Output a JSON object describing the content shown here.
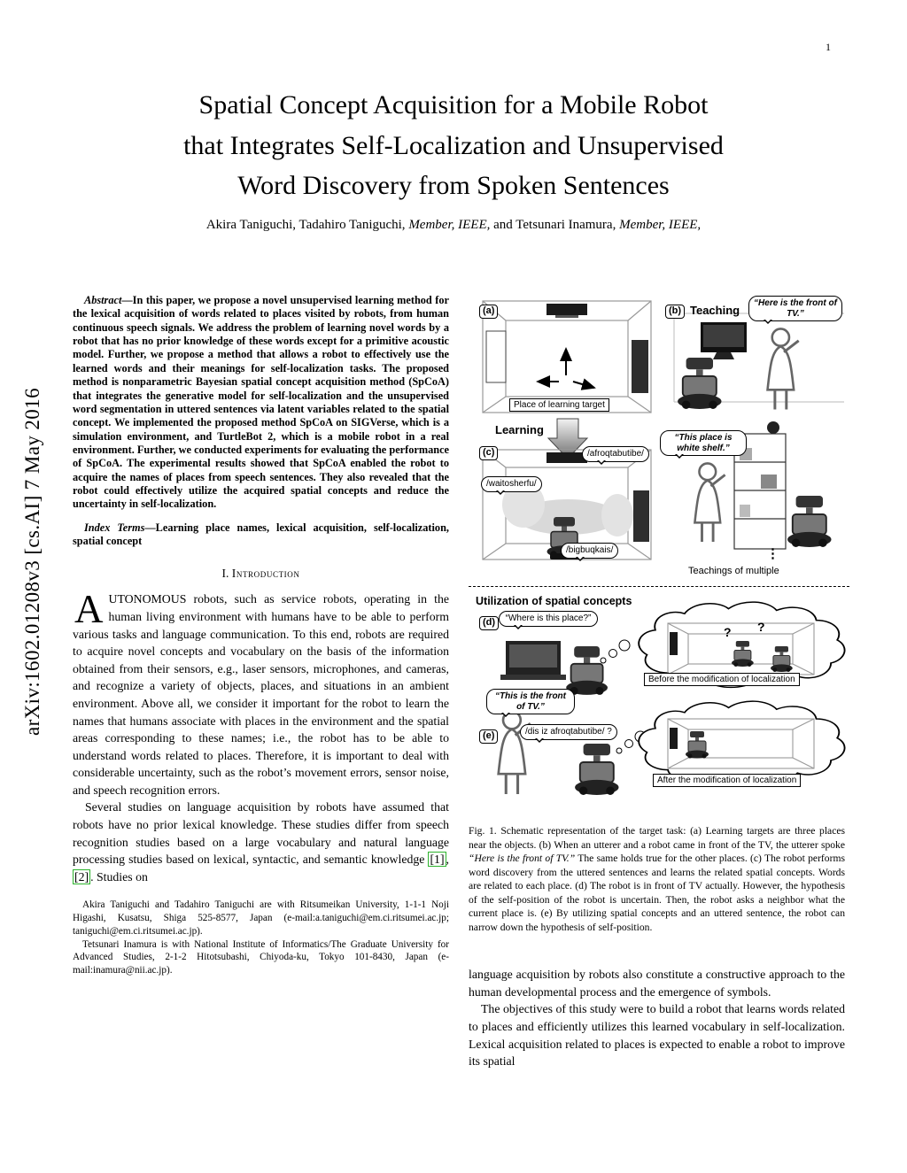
{
  "page": {
    "number": "1",
    "arxiv_sidebar": "arXiv:1602.01208v3  [cs.AI]  7 May 2016"
  },
  "header": {
    "title_line1": "Spatial Concept Acquisition for a Mobile Robot",
    "title_line2": "that Integrates Self-Localization and Unsupervised",
    "title_line3": "Word Discovery from Spoken Sentences",
    "authors_pre": "Akira Taniguchi, Tadahiro Taniguchi, ",
    "authors_member1": "Member, IEEE,",
    "authors_mid": " and Tetsunari Inamura, ",
    "authors_member2": "Member, IEEE,"
  },
  "abstract": {
    "lead": "Abstract",
    "text": "—In this paper, we propose a novel unsupervised learning method for the lexical acquisition of words related to places visited by robots, from human continuous speech signals. We address the problem of learning novel words by a robot that has no prior knowledge of these words except for a primitive acoustic model. Further, we propose a method that allows a robot to effectively use the learned words and their meanings for self-localization tasks. The proposed method is nonparametric Bayesian spatial concept acquisition method (SpCoA) that integrates the generative model for self-localization and the unsupervised word segmentation in uttered sentences via latent variables related to the spatial concept. We implemented the proposed method SpCoA on SIGVerse, which is a simulation environment, and TurtleBot 2, which is a mobile robot in a real environment. Further, we conducted experiments for evaluating the performance of SpCoA. The experimental results showed that SpCoA enabled the robot to acquire the names of places from speech sentences. They also revealed that the robot could effectively utilize the acquired spatial concepts and reduce the uncertainty in self-localization."
  },
  "index_terms": {
    "lead": "Index Terms",
    "text": "—Learning place names, lexical acquisition, self-localization, spatial concept"
  },
  "section1": {
    "number": "I.",
    "title": "Introduction"
  },
  "intro": {
    "dropcap": "A",
    "p1_rest": "UTONOMOUS robots, such as service robots, operating in the human living environment with humans have to be able to perform various tasks and language communication. To this end, robots are required to acquire novel concepts and vocabulary on the basis of the information obtained from their sensors, e.g., laser sensors, microphones, and cameras, and recognize a variety of objects, places, and situations in an ambient environment. Above all, we consider it important for the robot to learn the names that humans associate with places in the environment and the spatial areas corresponding to these names; i.e., the robot has to be able to understand words related to places. Therefore, it is important to deal with considerable uncertainty, such as the robot’s movement errors, sensor noise, and speech recognition errors.",
    "p2_pre": "Several studies on language acquisition by robots have assumed that robots have no prior lexical knowledge. These studies differ from speech recognition studies based on a large vocabulary and natural language processing studies based on lexical, syntactic, and semantic knowledge ",
    "ref1": "[1]",
    "p2_sep": ", ",
    "ref2": "[2]",
    "p2_post": ". Studies on"
  },
  "footnote": {
    "p1": "Akira Taniguchi and Tadahiro Taniguchi are with Ritsumeikan University, 1-1-1 Noji Higashi, Kusatsu, Shiga 525-8577, Japan (e-mail:a.taniguchi@em.ci.ritsumei.ac.jp; taniguchi@em.ci.ritsumei.ac.jp).",
    "p2": "Tetsunari Inamura is with National Institute of Informatics/The Graduate University for Advanced Studies, 2-1-2 Hitotsubashi, Chiyoda-ku, Tokyo 101-8430, Japan (e-mail:inamura@nii.ac.jp)."
  },
  "figure": {
    "a_tag": "(a)",
    "a_caption": "Place of learning target",
    "b_tag": "(b)",
    "b_title": "Teaching",
    "b_bubble": "“Here is the front of TV.”",
    "learning_label": "Learning",
    "c_tag": "(c)",
    "c_bubble_afroqtabutibe": "/afroqtabutibe/",
    "c_bubble_waitosherfu": "/waitosherfu/",
    "c_bubble_bigbuqkais": "/bigbuqkais/",
    "c_bubble_white_shelf": "“This place is white shelf.”",
    "teachings_dots": "⋮",
    "teachings_label": "Teachings of multiple",
    "utilization_label": "Utilization of spatial concepts",
    "d_tag": "(d)",
    "d_bubble": "“Where is this place?”",
    "d_q1": "?",
    "d_q2": "?",
    "d_caption": "Before the modification of localization",
    "e_tag": "(e)",
    "e_bubble_this_is": "“This is the front of TV.”",
    "e_bubble_phonetic": "/dis iz afroqtabutibe/ ?",
    "e_caption": "After the modification of localization",
    "caption_pre": "Fig. 1.   Schematic representation of the target task: (a) Learning targets are three places near the objects. (b) When an utterer and a robot came in front of the TV, the utterer spoke ",
    "caption_italic": "“Here is the front of TV.”",
    "caption_post": " The same holds true for the other places. (c) The robot performs word discovery from the uttered sentences and learns the related spatial concepts. Words are related to each place. (d) The robot is in front of TV actually. However, the hypothesis of the self-position of the robot is uncertain. Then, the robot asks a neighbor what the current place is. (e) By utilizing spatial concepts and an uttered sentence, the robot can narrow down the hypothesis of self-position."
  },
  "right_column": {
    "p1": "language acquisition by robots also constitute a constructive approach to the human developmental process and the emergence of symbols.",
    "p2": "The objectives of this study were to build a robot that learns words related to places and efficiently utilizes this learned vocabulary in self-localization. Lexical acquisition related to places is expected to enable a robot to improve its spatial"
  }
}
